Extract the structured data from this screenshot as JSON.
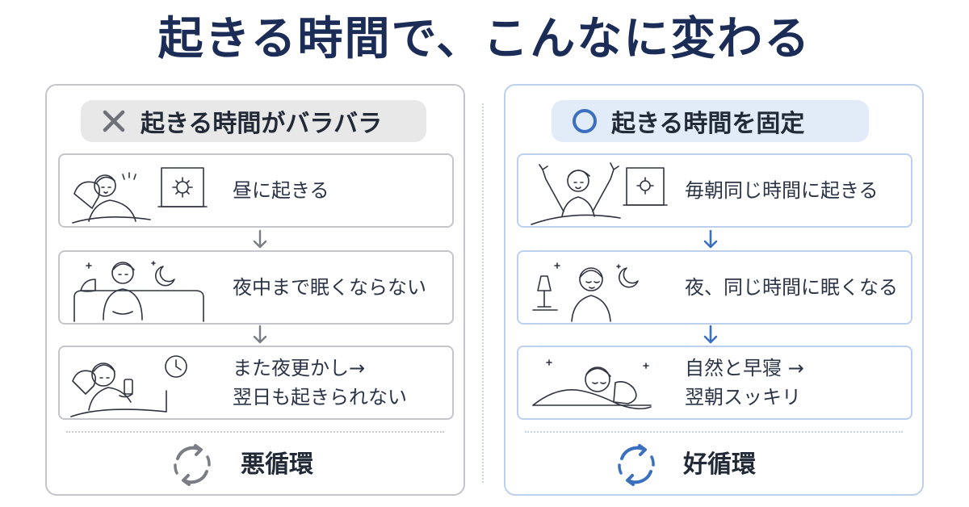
{
  "title": "起きる時間で、こんなに変わる",
  "colors": {
    "title": "#1b2d57",
    "bad_border": "#c4c6cb",
    "good_border": "#bcd0ee",
    "good_accent": "#3b6fbf",
    "bad_accent": "#7a7d84"
  },
  "left": {
    "mark_icon": "cross-icon",
    "header": "起きる時間がバラバラ",
    "steps": [
      {
        "icon": "person-in-bed-daylight-icon",
        "lines": [
          "昼に起きる"
        ]
      },
      {
        "icon": "person-awake-at-night-icon",
        "lines": [
          "夜中まで眠くならない"
        ]
      },
      {
        "icon": "person-using-phone-in-bed-icon",
        "lines": [
          "また夜更かし→",
          "翌日も起きられない"
        ]
      }
    ],
    "cycle_icon": "cycle-arrows-icon",
    "cycle_label": "悪循環"
  },
  "right": {
    "mark_icon": "circle-icon",
    "header": "起きる時間を固定",
    "steps": [
      {
        "icon": "person-stretching-morning-icon",
        "lines": [
          "毎朝同じ時間に起きる"
        ]
      },
      {
        "icon": "person-sleepy-at-night-icon",
        "lines": [
          "夜、同じ時間に眠くなる"
        ]
      },
      {
        "icon": "person-sleeping-peacefully-icon",
        "lines": [
          "自然と早寝 →",
          "翌朝スッキリ"
        ]
      }
    ],
    "cycle_icon": "cycle-arrows-icon",
    "cycle_label": "好循環"
  }
}
